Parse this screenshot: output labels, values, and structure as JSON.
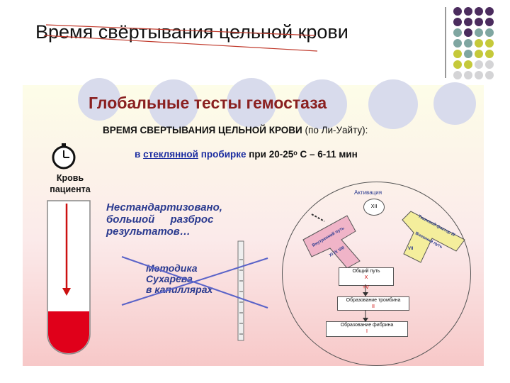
{
  "slide": {
    "title": "Время свёртывания цельной крови"
  },
  "panel": {
    "heading": "Глобальные тесты гемостаза",
    "method_main": "ВРЕМЯ СВЕРТЫВАНИЯ ЦЕЛЬНОЙ КРОВИ",
    "method_ref": "(по Ли-Уайту):",
    "condition_prefix": "в",
    "condition_glass": "стеклянной",
    "condition_tube": "пробирке",
    "condition_rest": "при 20-25ᵒ С – 6-11 мин",
    "patient_blood_line1": "Кровь",
    "patient_blood_line2": "пациента",
    "nonstandard_line1": "Нестандартизовано,",
    "nonstandard_line2": "большой разброс",
    "nonstandard_line3": "результатов…",
    "sukharev_line1": "Методика",
    "sukharev_line2": "Сухарева",
    "sukharev_line3": "в капиллярах"
  },
  "cascade": {
    "activation": "Активация",
    "xii": "XII",
    "internal_path": "Внутренний путь",
    "internal_factors": "XI IX VIII",
    "external_path": "Тканевой фактор III",
    "external_path2": "Внешний путь",
    "external_factor": "VII",
    "common_path": "Общий путь",
    "common_factors_1": "X",
    "common_factors_2": "+V",
    "thrombin_formation": "Образование тромбина",
    "thrombin_factor": "II",
    "fibrin_formation": "Образование фибрина",
    "fibrin_factor": "I"
  },
  "colors": {
    "dot_purple": "#4b2c5e",
    "dot_teal": "#7fa6a1",
    "dot_olive": "#c5c93a",
    "dot_gray": "#d4d4d6",
    "blood_red": "#e0001a",
    "arrow_pink": "#f0b4c8",
    "arrow_yellow": "#f4ee9c"
  }
}
